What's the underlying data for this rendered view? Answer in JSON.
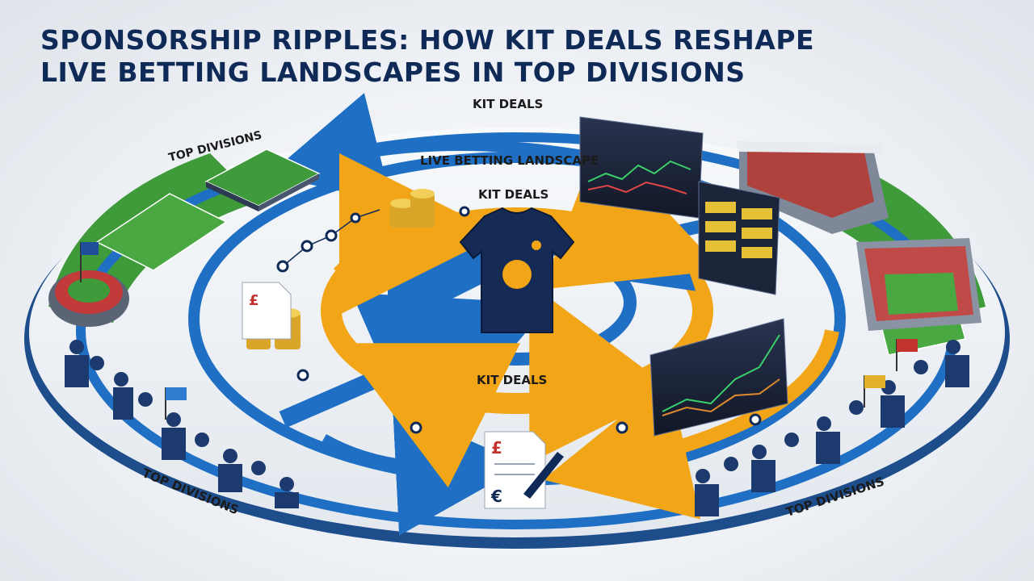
{
  "title": {
    "line1": "SPONSORSHIP RIPPLES: HOW KIT DEALS RESHAPE",
    "line2": "LIVE BETTING LANDSCAPES IN TOP DIVISIONS"
  },
  "labels": {
    "kit_deals_top": "KIT DEALS",
    "live_betting": "LIVE BETTING LANDSCAPE",
    "kit_deals_inner": "KIT DEALS",
    "kit_deals_bottom": "KIT DEALS",
    "top_divisions_left": "TOP DIVISIONS",
    "top_divisions_bottom_left": "TOP DIVISIONS",
    "top_divisions_bottom_right": "TOP DIVISIONS"
  },
  "currency": {
    "pound": "£",
    "euro": "€"
  },
  "colors": {
    "navy": "#0f2a57",
    "blue": "#1f6fc4",
    "orange": "#f2a516",
    "grass": "#3f9b3a"
  },
  "icons": [
    "football-pitch-icon",
    "stadium-icon",
    "betting-screen-icon",
    "coin-stack-icon",
    "contract-icon",
    "pen-icon",
    "football-shirt-icon",
    "crowd-icon",
    "flag-icon"
  ]
}
